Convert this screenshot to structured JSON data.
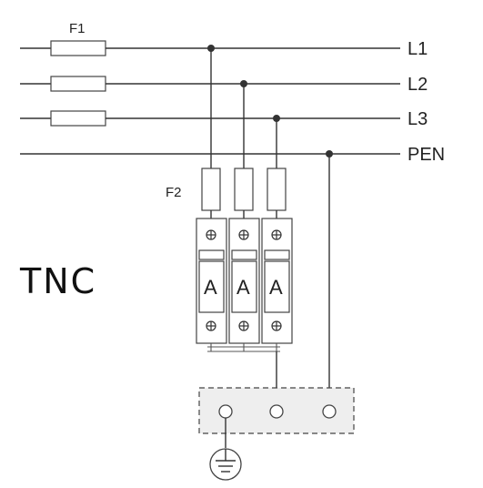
{
  "diagram": {
    "system_label": "TNC",
    "fuse_main_label": "F1",
    "fuse_spd_label": "F2",
    "conductors": [
      {
        "label": "L1"
      },
      {
        "label": "L2"
      },
      {
        "label": "L3"
      },
      {
        "label": "PEN"
      }
    ],
    "spd_modules": [
      {
        "letter": "A"
      },
      {
        "letter": "A"
      },
      {
        "letter": "A"
      }
    ],
    "colors": {
      "line": "#333333",
      "terminal_box_fill": "#eeeeee"
    }
  }
}
